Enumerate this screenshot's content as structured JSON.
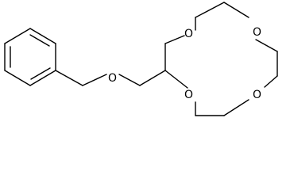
{
  "molecule": {
    "atom_labels": [
      "O",
      "O",
      "O",
      "O",
      "O"
    ]
  }
}
